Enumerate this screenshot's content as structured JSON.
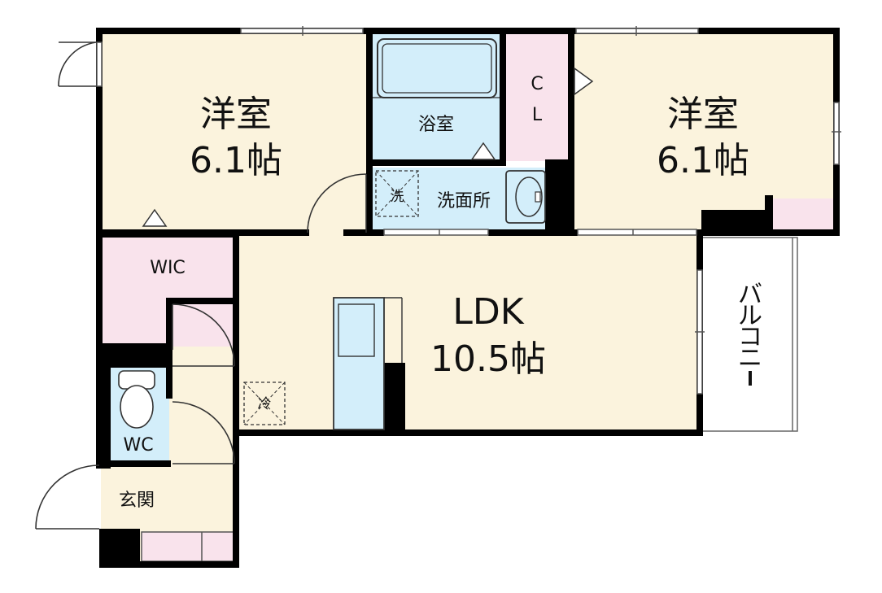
{
  "colors": {
    "room": "#fbf3dd",
    "wic": "#f9e3ec",
    "bath": "#d3eefa",
    "wall": "#000000",
    "line": "#333333"
  },
  "rooms": {
    "western1": {
      "name": "洋室",
      "size": "6.1帖"
    },
    "western2": {
      "name": "洋室",
      "size": "6.1帖"
    },
    "ldk": {
      "name": "LDK",
      "size": "10.5帖"
    },
    "bath": {
      "name": "浴室"
    },
    "washroom": {
      "name": "洗面所"
    },
    "washer": {
      "name": "洗"
    },
    "closet": {
      "line1": "C",
      "line2": "L"
    },
    "wic": {
      "name": "WIC"
    },
    "wc": {
      "name": "WC"
    },
    "entrance": {
      "name": "玄関"
    },
    "balcony": {
      "chars": [
        "バ",
        "ル",
        "コ",
        "ニ",
        "ー"
      ]
    },
    "fridge": {
      "name": "冷"
    }
  }
}
